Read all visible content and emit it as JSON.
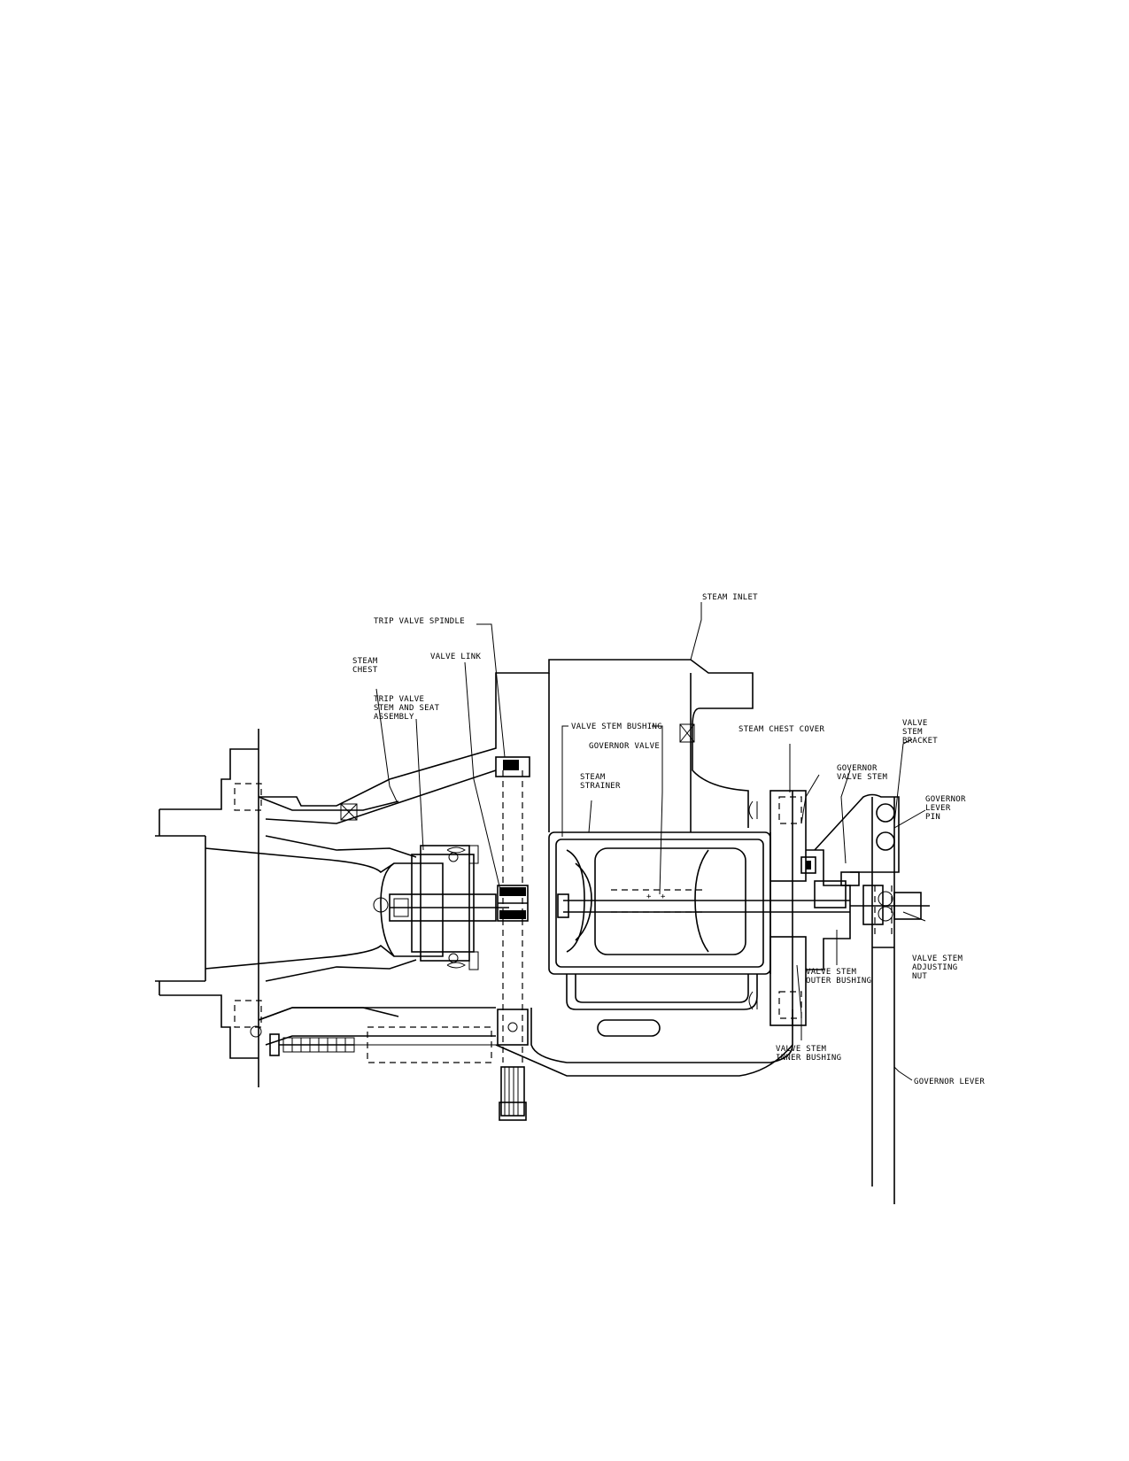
{
  "labels": {
    "steam_inlet": "STEAM INLET",
    "trip_valve_spindle": "TRIP VALVE SPINDLE",
    "valve_link": "VALVE LINK",
    "steam_chest_1": "STEAM",
    "steam_chest_2": "CHEST",
    "trip_valve_assembly_1": "TRIP VALVE",
    "trip_valve_assembly_2": "STEM AND SEAT",
    "trip_valve_assembly_3": "ASSEMBLY",
    "valve_stem_bushing": "VALVE STEM BUSHING",
    "governor_valve": "GOVERNOR VALVE",
    "steam_strainer_1": "STEAM",
    "steam_strainer_2": "STRAINER",
    "steam_chest_cover": "STEAM CHEST COVER",
    "valve_stem_bracket_1": "VALVE",
    "valve_stem_bracket_2": "STEM",
    "valve_stem_bracket_3": "BRACKET",
    "governor_valve_stem_1": "GOVERNOR",
    "governor_valve_stem_2": "VALVE STEM",
    "governor_lever_pin_1": "GOVERNOR",
    "governor_lever_pin_2": "LEVER",
    "governor_lever_pin_3": "PIN",
    "valve_stem_adjusting_nut_1": "VALVE STEM",
    "valve_stem_adjusting_nut_2": "ADJUSTING",
    "valve_stem_adjusting_nut_3": "NUT",
    "valve_stem_outer_bushing_1": "VALVE STEM",
    "valve_stem_outer_bushing_2": "OUTER BUSHING",
    "valve_stem_inner_bushing_1": "VALVE STEM",
    "valve_stem_inner_bushing_2": "INNER BUSHING",
    "governor_lever": "GOVERNOR LEVER"
  }
}
